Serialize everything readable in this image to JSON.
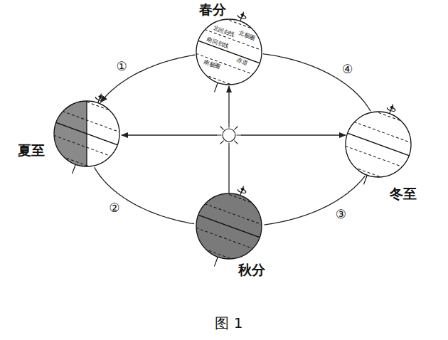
{
  "diagram": {
    "caption": "图 1",
    "nodes": [
      {
        "text": [
          "春分",
          "北回归线",
          "北极圈",
          "南回归线",
          "赤道",
          "南极圈"
        ]
      },
      {
        "text": [
          "夏至"
        ]
      },
      {
        "text": [
          "冬至"
        ]
      },
      {
        "text": [
          "秋分"
        ]
      }
    ],
    "edges": [
      {
        "from": 0,
        "to": 1,
        "label": "①",
        "arrow": "to"
      },
      {
        "from": 1,
        "to": 3,
        "label": "②",
        "arrow": "none"
      },
      {
        "from": 3,
        "to": 2,
        "label": "③",
        "arrow": "none"
      },
      {
        "from": 2,
        "to": 0,
        "label": "④",
        "arrow": "none"
      }
    ]
  }
}
